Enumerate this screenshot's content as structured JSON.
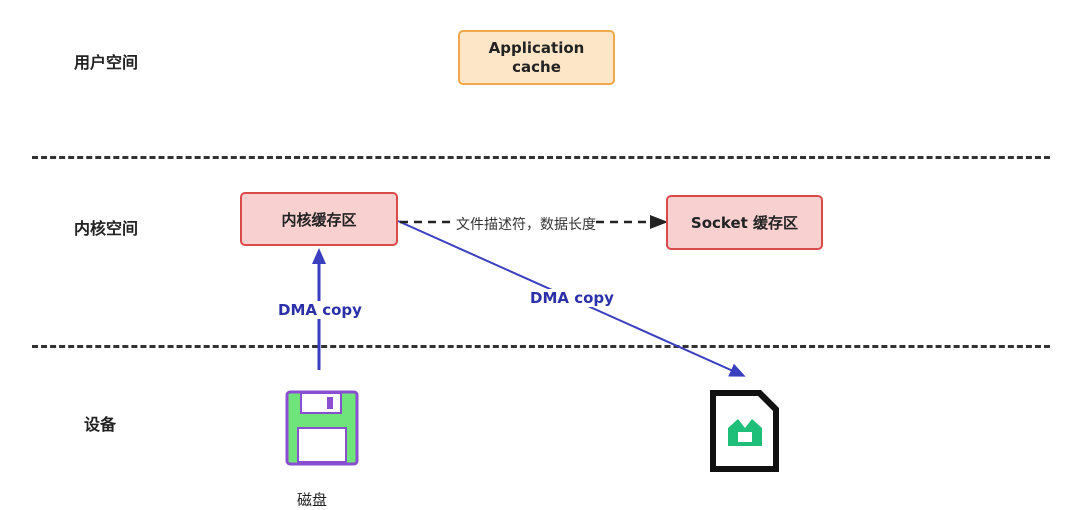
{
  "layers": {
    "user": "用户空间",
    "kernel": "内核空间",
    "device": "设备"
  },
  "boxes": {
    "app_cache": "Application\ncache",
    "kernel_buffer": "内核缓存区",
    "socket_buffer": "Socket 缓存区"
  },
  "edges": {
    "dma_copy_left": "DMA copy",
    "dma_copy_right": "DMA copy",
    "descriptor_label": "文件描述符，数据长度"
  },
  "devices": {
    "disk_label": "磁盘",
    "disk_icon": "floppy-disk-icon",
    "nic_icon": "network-card-icon"
  },
  "colors": {
    "app_fill": "#fde6c8",
    "app_border": "#f0a84a",
    "kernel_fill": "#f9d0d0",
    "kernel_border": "#d94b4b",
    "arrow_blue": "#3a3fc0",
    "floppy_green": "#6ee47a",
    "floppy_purple": "#8a4fd1",
    "nic_green": "#1fbf7a"
  }
}
